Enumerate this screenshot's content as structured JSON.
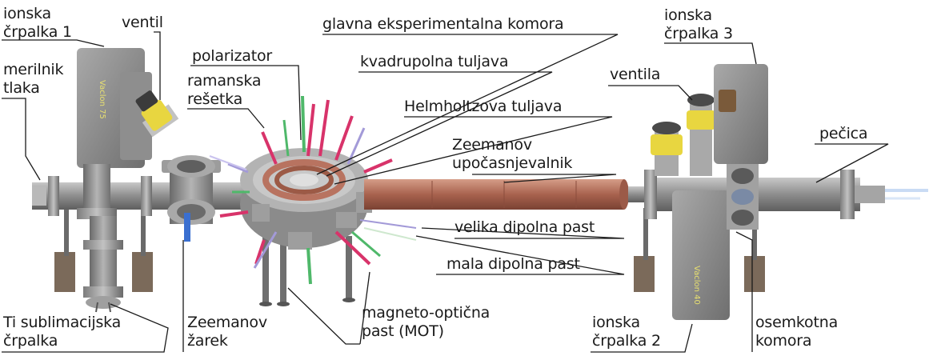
{
  "labels": {
    "ionska_crpalka_1": [
      "ionska",
      "črpalka 1"
    ],
    "ventil": "ventil",
    "merilnik_tlaka": [
      "merilnik",
      "tlaka"
    ],
    "polarizator": "polarizator",
    "ramanska_resetka": [
      "ramanska",
      "rešetka"
    ],
    "glavna_komora": "glavna eksperimentalna komora",
    "kvadrupolna_tuljava": "kvadrupolna tuljava",
    "helmholtzova_tuljava": "Helmholtzova tuljava",
    "zeeman_slower": [
      "Zeemanov",
      "upočasnjevalnik"
    ],
    "ionska_crpalka_3": [
      "ionska",
      "črpalka 3"
    ],
    "ventila": "ventila",
    "pecica": "pečica",
    "velika_dipolna_past": "velika dipolna past",
    "mala_dipolna_past": "mala dipolna past",
    "ti_sublimacijska": [
      "Ti sublimacijska",
      "črpalka"
    ],
    "zeemanov_zarek": [
      "Zeemanov",
      "žarek"
    ],
    "mot": [
      "magneto-optična",
      "past (MOT)"
    ],
    "ionska_crpalka_2": [
      "ionska",
      "črpalka 2"
    ],
    "osemkotna_komora": [
      "osemkotna",
      "komora"
    ]
  },
  "pump_text": {
    "left": "Vaclon 75",
    "right": "Vaclon 40"
  },
  "colors": {
    "metal": "#9a9a9a",
    "metal_dark": "#6e6e6e",
    "copper": "#b87360",
    "beam_red": "#d8336a",
    "beam_green": "#4fb86a",
    "beam_violet": "#a39ad8",
    "beam_blue": "#3a6fd0",
    "valve_yellow": "#e8d640"
  }
}
